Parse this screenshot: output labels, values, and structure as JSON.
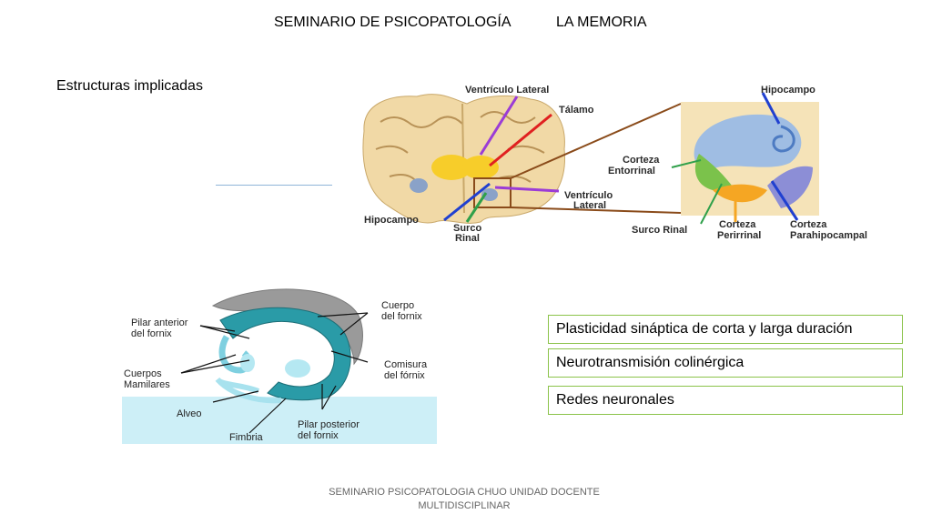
{
  "header": {
    "left": "SEMINARIO DE PSICOPATOLOGÍA",
    "right": "LA MEMORIA"
  },
  "section_title": "Estructuras implicadas",
  "brain_figure": {
    "labels": {
      "ventriculo_lateral_top": "Ventrículo Lateral",
      "talamo": "Tálamo",
      "hipocampo_left": "Hipocampo",
      "surco_rinal_1": "Surco",
      "surco_rinal_2": "Rinal",
      "ventriculo_lateral_b1": "Ventrículo",
      "ventriculo_lateral_b2": "Lateral",
      "hipocampo_right": "Hipocampo",
      "corteza_entorrinal_1": "Corteza",
      "corteza_entorrinal_2": "Entorrinal",
      "surco_rinal_right": "Surco Rinal",
      "corteza_perirrinal_1": "Corteza",
      "corteza_perirrinal_2": "Perirrinal",
      "corteza_parahipocampal_1": "Corteza",
      "corteza_parahipocampal_2": "Parahipocampal"
    }
  },
  "fornix_figure": {
    "labels": {
      "pilar_anterior_1": "Pilar anterior",
      "pilar_anterior_2": "del fornix",
      "cuerpo_1": "Cuerpo",
      "cuerpo_2": "del fornix",
      "cuerpos_1": "Cuerpos",
      "cuerpos_2": "Mamilares",
      "comisura_1": "Comisura",
      "comisura_2": "del fórnix",
      "alveo": "Alveo",
      "fimbria": "Fimbria",
      "pilar_posterior_1": "Pilar posterior",
      "pilar_posterior_2": "del fornix"
    }
  },
  "concepts": [
    "Plasticidad sináptica de corta y larga duración",
    "Neurotransmisión colinérgica",
    "Redes neuronales"
  ],
  "footer": {
    "line1": "SEMINARIO PSICOPATOLOGIA CHUO UNIDAD DOCENTE",
    "line2": "MULTIDISCIPLINAR"
  }
}
